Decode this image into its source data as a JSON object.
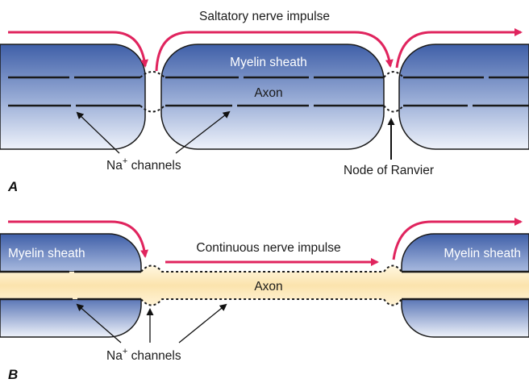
{
  "panel_a": {
    "letter": "A",
    "title": "Saltatory nerve impulse",
    "sheath_label": "Myelin sheath",
    "axon_label": "Axon",
    "channels_label": "Na",
    "channels_sup": "+",
    "channels_suffix": " channels",
    "node_label": "Node of Ranvier"
  },
  "panel_b": {
    "letter": "B",
    "title": "Continuous nerve impulse",
    "sheath_label_left": "Myelin sheath",
    "sheath_label_right": "Myelin sheath",
    "axon_label": "Axon",
    "channels_label": "Na",
    "channels_sup": "+",
    "channels_suffix": " channels"
  },
  "colors": {
    "impulse_arrow": "#e0245e",
    "sheath_top": "#3f5fa8",
    "sheath_bottom": "#e8eef8",
    "axon_fill": "#fbe7b8",
    "membrane": "#1a1a1a"
  }
}
